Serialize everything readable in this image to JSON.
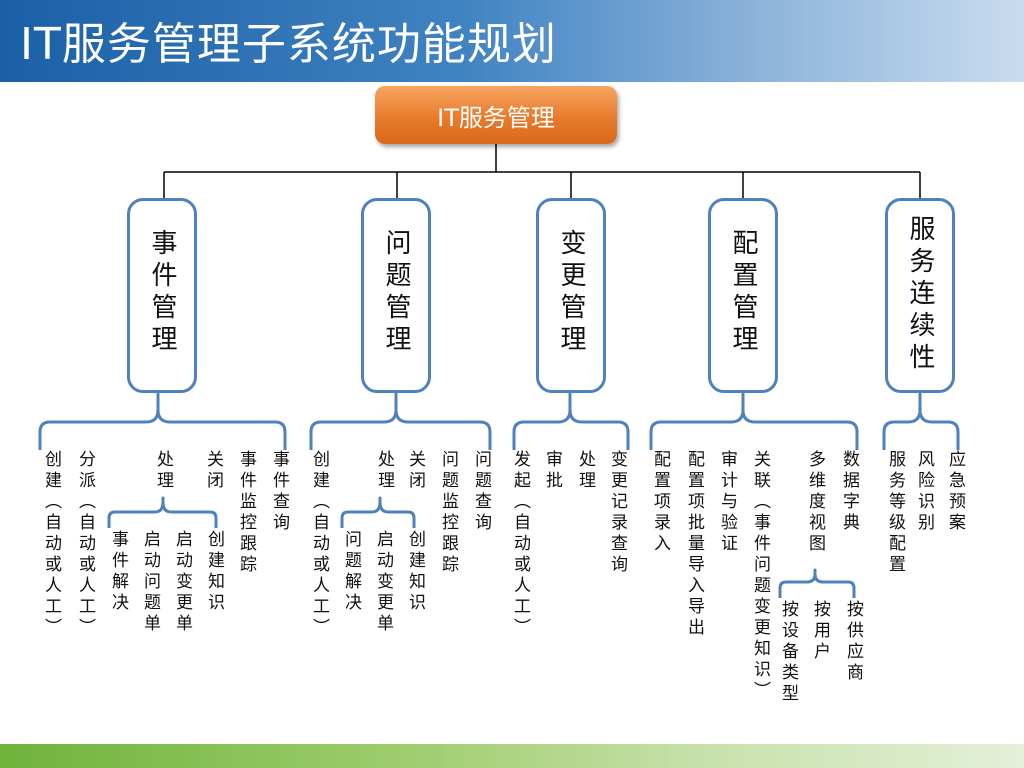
{
  "header": {
    "title": "IT服务管理子系统功能规划"
  },
  "root": {
    "label": "IT服务管理"
  },
  "categories": {
    "incident": {
      "label": "事件管理",
      "items": {
        "create": "创建（自动或人工）",
        "dispatch": "分派（自动或人工）",
        "handle": "处理",
        "close": "关闭",
        "monitor": "事件监控跟踪",
        "query": "事件查询",
        "handle_sub": {
          "resolve": "事件解决",
          "start_problem": "启动问题单",
          "start_change": "启动变更单",
          "create_knowledge": "创建知识"
        }
      }
    },
    "problem": {
      "label": "问题管理",
      "items": {
        "create": "创建（自动或人工）",
        "handle": "处理",
        "close": "关闭",
        "monitor": "问题监控跟踪",
        "query": "问题查询",
        "handle_sub": {
          "resolve": "问题解决",
          "start_change": "启动变更单",
          "create_knowledge": "创建知识"
        }
      }
    },
    "change": {
      "label": "变更管理",
      "items": {
        "initiate": "发起（自动或人工）",
        "approve": "审批",
        "handle": "处理",
        "record_query": "变更记录查询"
      }
    },
    "config": {
      "label": "配置管理",
      "items": {
        "entry": "配置项录入",
        "batch": "配置项批量导入导出",
        "audit": "审计与验证",
        "relate": "关联（事件问题变更知识）",
        "multiview": "多维度视图",
        "dictionary": "数据字典",
        "multiview_sub": {
          "by_device": "按设备类型",
          "by_user": "按用户",
          "by_supplier": "按供应商"
        }
      }
    },
    "continuity": {
      "label": "服务连续性",
      "items": {
        "sla": "服务等级配置",
        "risk": "风险识别",
        "emergency": "应急预案"
      }
    }
  },
  "colors": {
    "accent": "#4f81bd",
    "root_fill": "#e87b2c",
    "connector": "#000000",
    "header_start": "#1b5fa6",
    "footer": "#8cc152"
  }
}
